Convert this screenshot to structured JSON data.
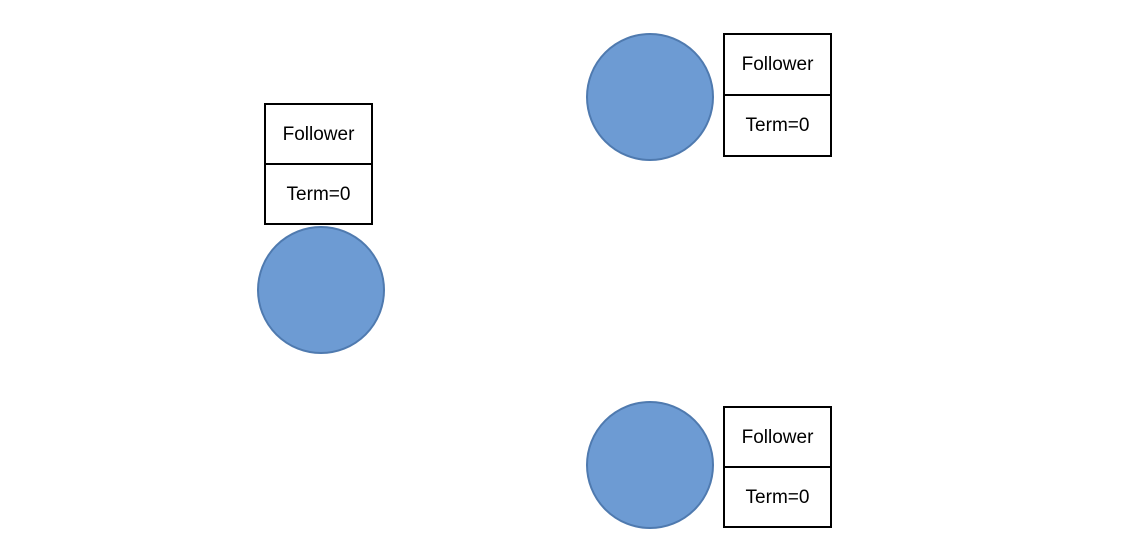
{
  "colors": {
    "background": "#FFFFFF",
    "node_fill": "#6D9BD3",
    "node_stroke": "#4F7AAF",
    "box_border": "#000000",
    "text": "#000000"
  },
  "nodes": [
    {
      "id": "left",
      "state": "Follower",
      "term": "Term=0"
    },
    {
      "id": "top-right",
      "state": "Follower",
      "term": "Term=0"
    },
    {
      "id": "bottom-right",
      "state": "Follower",
      "term": "Term=0"
    }
  ]
}
